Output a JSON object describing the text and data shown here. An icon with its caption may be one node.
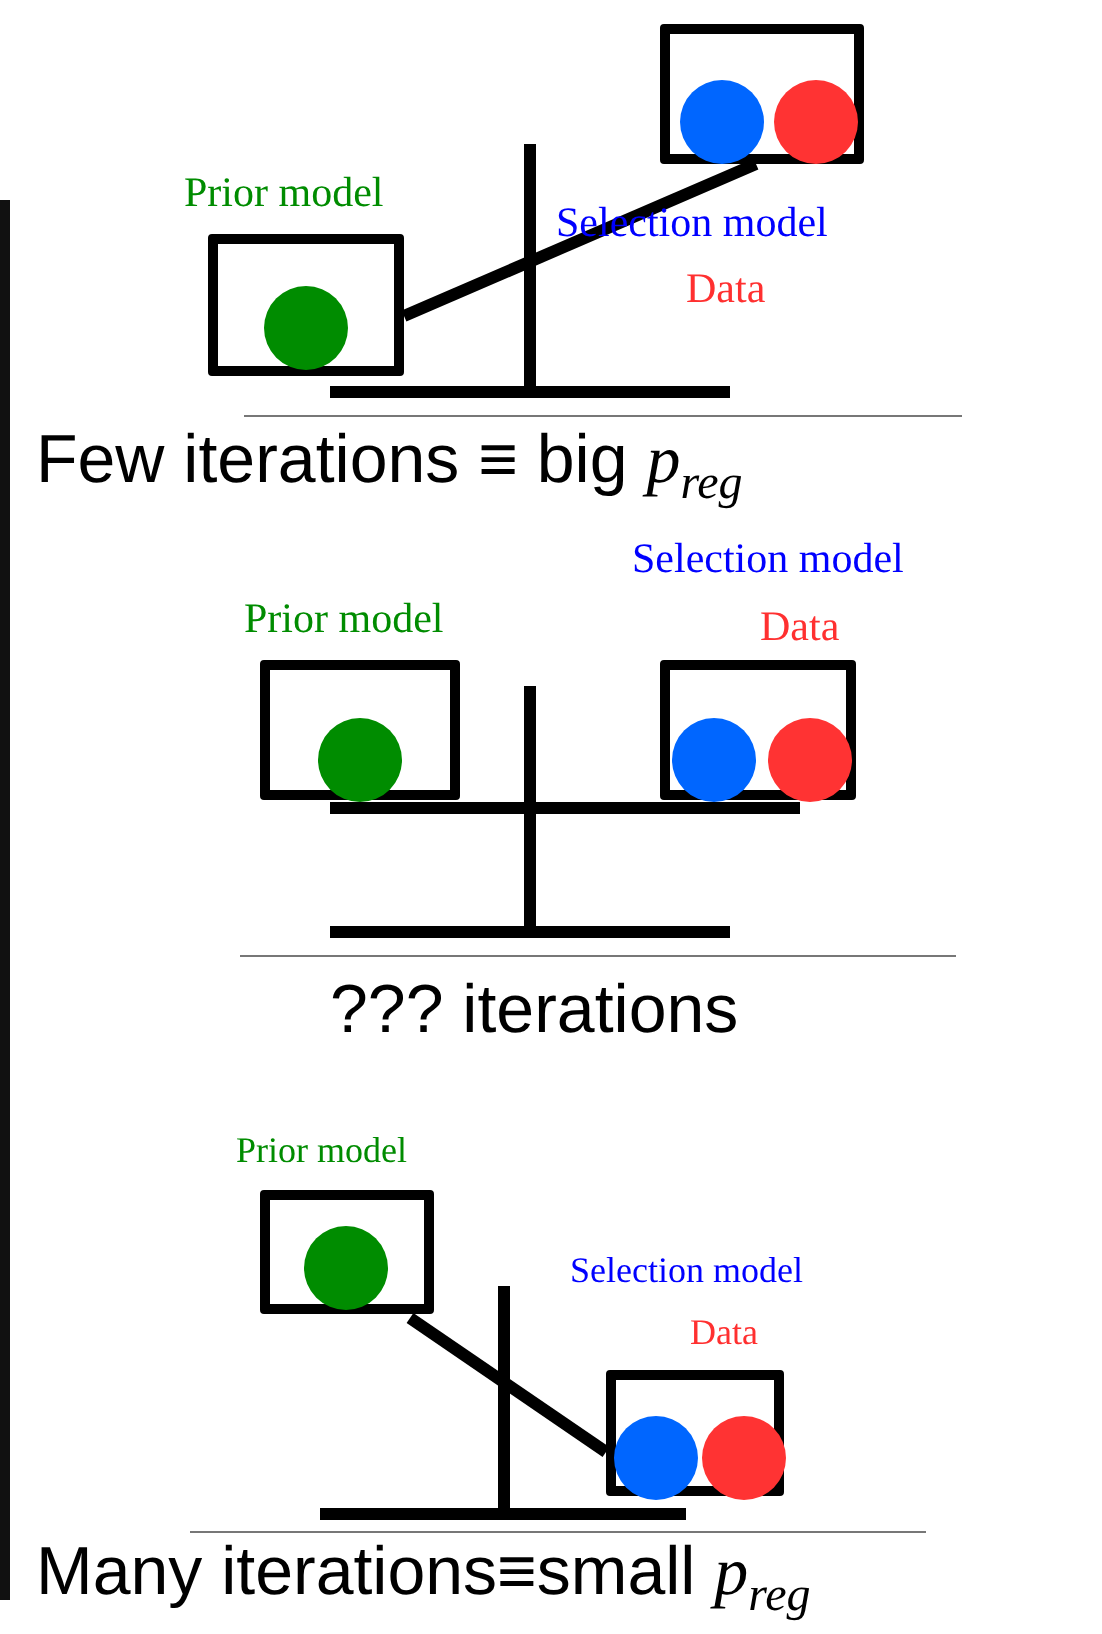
{
  "diagram": {
    "nodes": [
      {
        "text": [
          "Prior model"
        ]
      },
      {
        "text": [
          "Selection model",
          "Data"
        ]
      },
      {
        "text": [
          "Prior model"
        ]
      },
      {
        "text": [
          "Selection model",
          "Data"
        ]
      },
      {
        "text": [
          "Prior model"
        ]
      },
      {
        "text": [
          "Selection model",
          "Data"
        ]
      }
    ],
    "labels": [
      "Few iterations ≡ big *p*$_{reg}$",
      "??? iterations",
      "Many iterations≡small *p*$_{reg}$"
    ]
  }
}
